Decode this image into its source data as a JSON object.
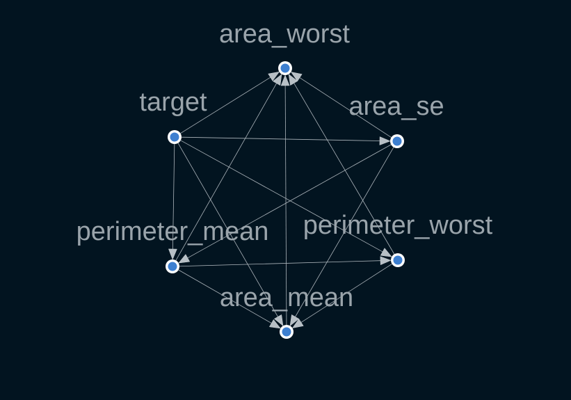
{
  "diagram": {
    "type": "directed-graph",
    "colors": {
      "background": "#021420",
      "edge": "#aeb6bc",
      "label": "#9aa4ab",
      "node_fill": "#3d7fd0",
      "node_ring": "#ffffff"
    },
    "nodes": [
      {
        "id": "area_worst",
        "label": "area_worst"
      },
      {
        "id": "target",
        "label": "target"
      },
      {
        "id": "area_se",
        "label": "area_se"
      },
      {
        "id": "perimeter_mean",
        "label": "perimeter_mean"
      },
      {
        "id": "perimeter_worst",
        "label": "perimeter_worst"
      },
      {
        "id": "area_mean",
        "label": "area_mean"
      }
    ],
    "edges": [
      {
        "from": "target",
        "to": "area_worst"
      },
      {
        "from": "target",
        "to": "area_se"
      },
      {
        "from": "target",
        "to": "perimeter_mean"
      },
      {
        "from": "target",
        "to": "perimeter_worst"
      },
      {
        "from": "target",
        "to": "area_mean"
      },
      {
        "from": "area_se",
        "to": "area_worst"
      },
      {
        "from": "area_se",
        "to": "perimeter_mean"
      },
      {
        "from": "area_se",
        "to": "area_mean"
      },
      {
        "from": "perimeter_mean",
        "to": "area_worst"
      },
      {
        "from": "perimeter_mean",
        "to": "perimeter_worst"
      },
      {
        "from": "perimeter_mean",
        "to": "area_mean"
      },
      {
        "from": "perimeter_worst",
        "to": "area_worst"
      },
      {
        "from": "perimeter_worst",
        "to": "area_mean"
      },
      {
        "from": "area_mean",
        "to": "area_worst"
      }
    ]
  }
}
